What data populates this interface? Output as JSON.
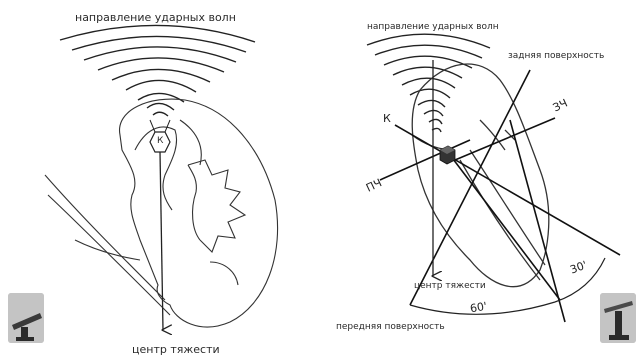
{
  "left_panel": {
    "top_label": "направление ударных волн",
    "bottom_label": "центр тяжести",
    "stone_label": "К"
  },
  "right_panel": {
    "top_label": "направление ударных волн",
    "posterior_surface_label": "задняя поверхность",
    "anterior_surface_label": "передняя поверхность",
    "center_label": "центр тяжести",
    "k_label": "К",
    "zch_label": "ЗЧ",
    "pch_label": "ПЧ",
    "angle_30_label": "30'",
    "angle_60_label": "60'"
  },
  "thumbnails": [
    {
      "name": "lithotripter-table-flat-icon"
    },
    {
      "name": "lithotripter-table-tilted-icon"
    }
  ]
}
